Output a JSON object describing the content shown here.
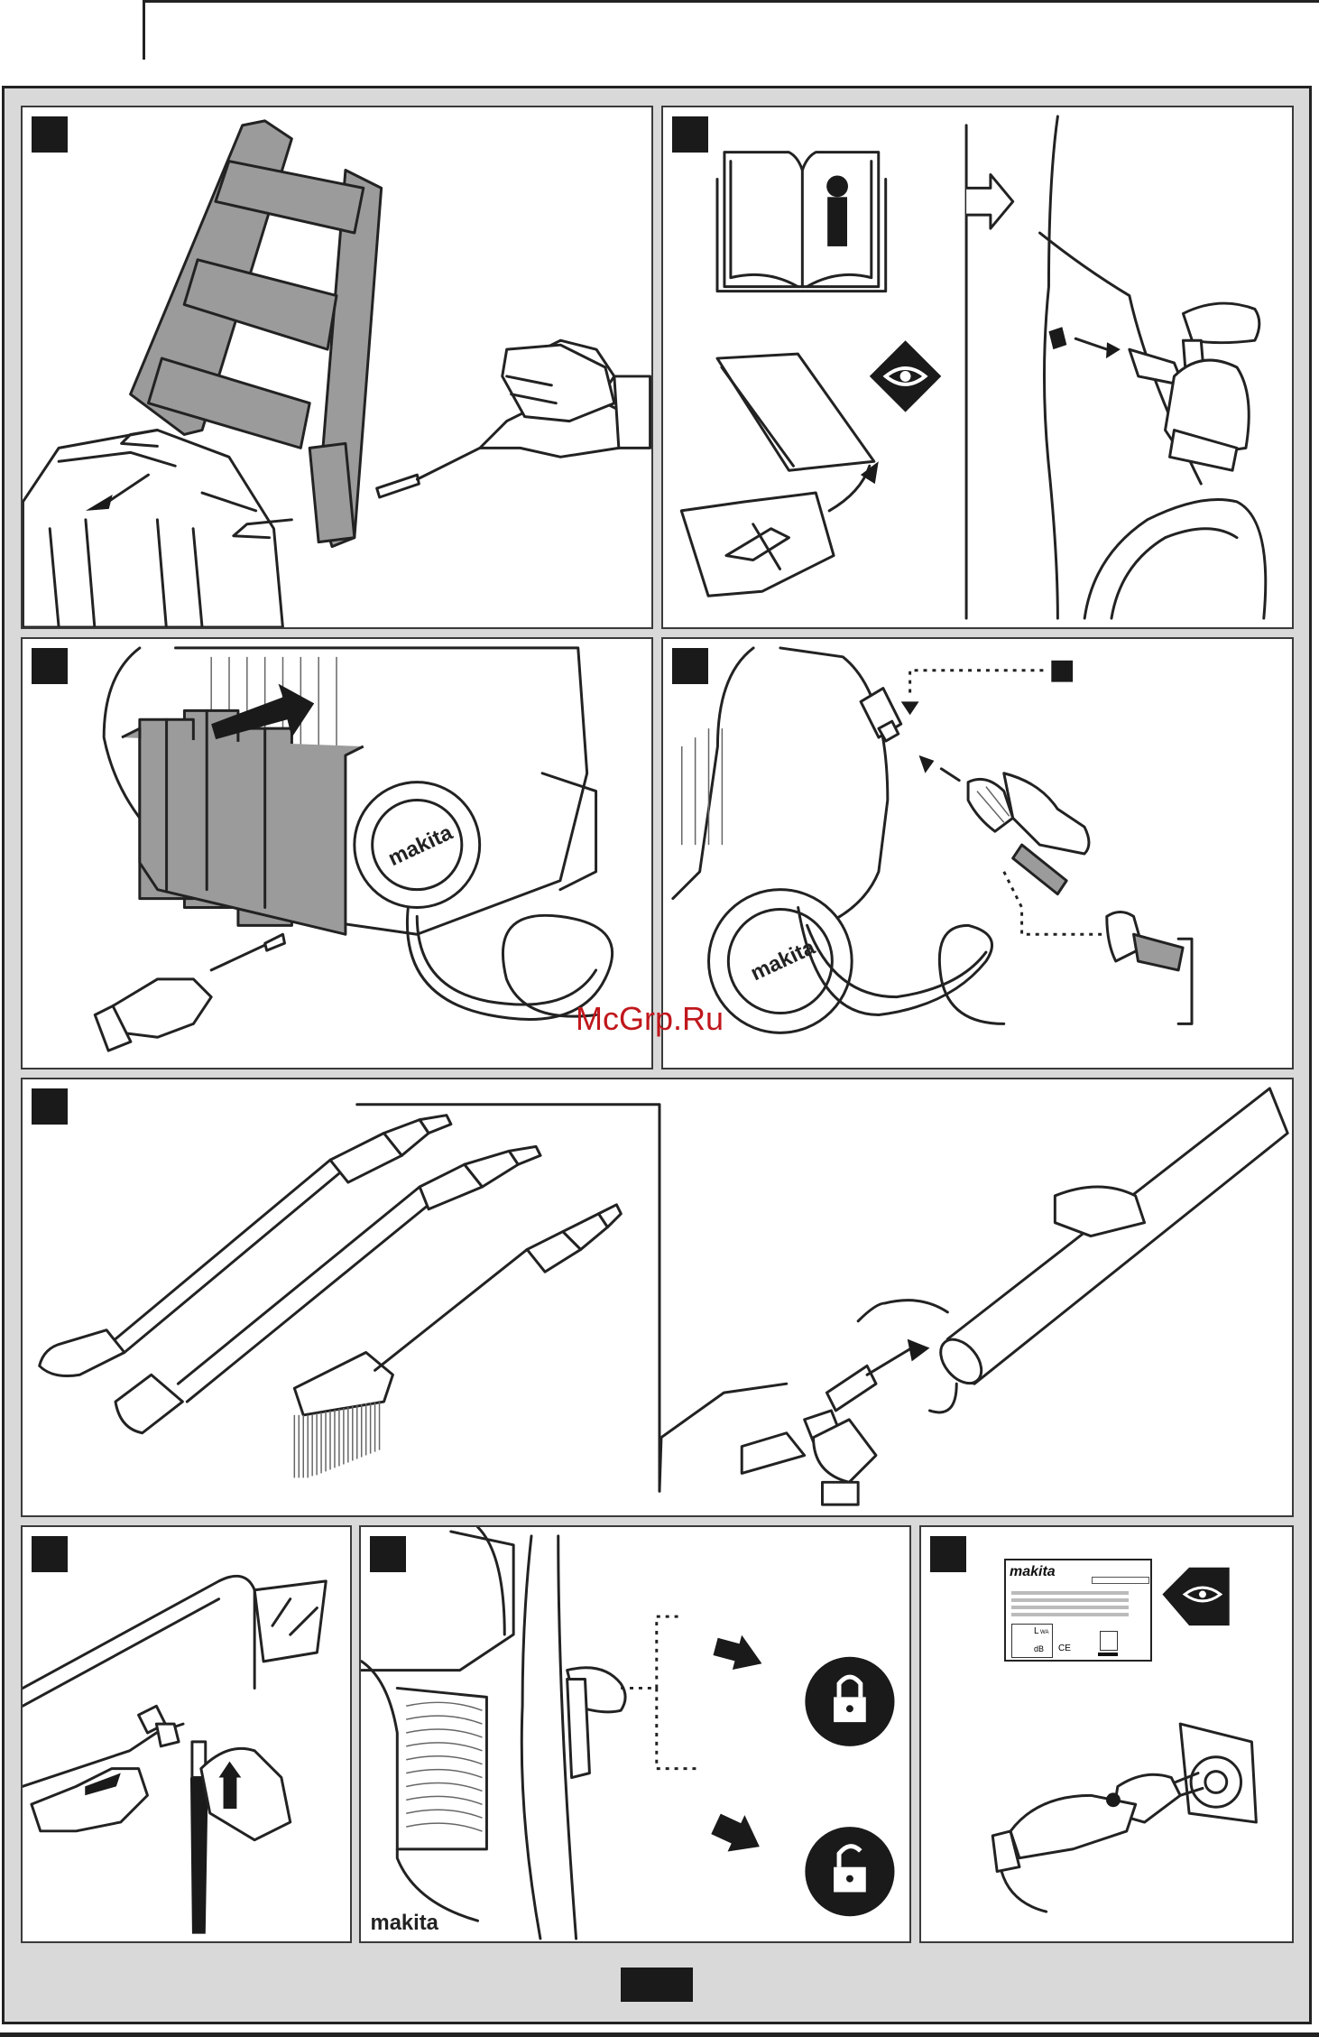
{
  "watermark": "McGrp.Ru",
  "brand": "makita",
  "icons": {
    "manual": "info-book-icon",
    "eye": "eye-icon",
    "lock": "padlock-closed-icon",
    "unlock": "padlock-open-icon"
  },
  "label_card": {
    "brand": "makita",
    "lwa": "L",
    "lwa_sub": "WA",
    "db": "dB",
    "ce": "CE"
  },
  "colors": {
    "frame": "#d9d9d9",
    "ink": "#222222",
    "part_gray": "#9b9b9b",
    "watermark": "#c0171c"
  }
}
